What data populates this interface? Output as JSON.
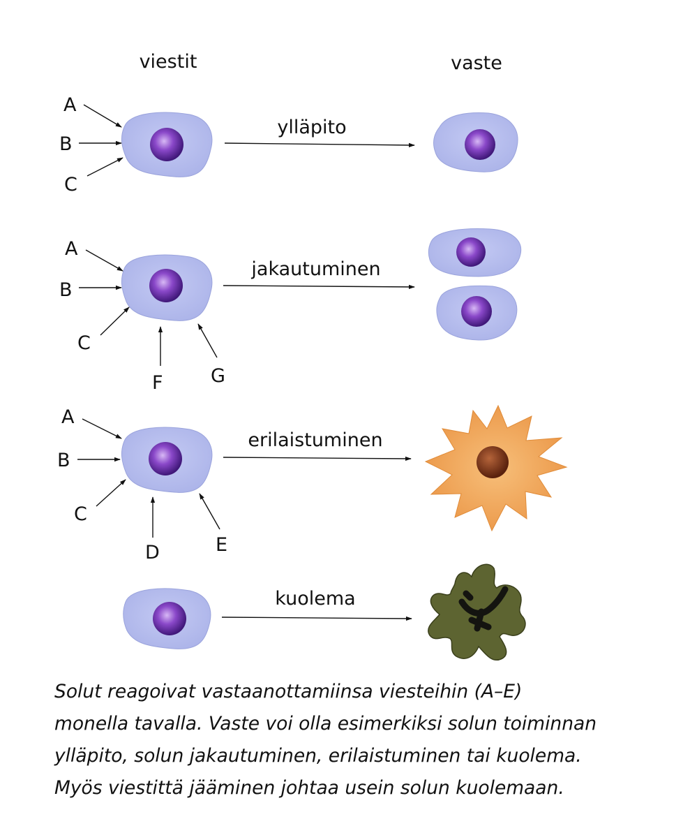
{
  "headers": {
    "signals": "viestit",
    "response": "vaste"
  },
  "rows": [
    {
      "label": "ylläpito",
      "signals": [
        "A",
        "B",
        "C"
      ]
    },
    {
      "label": "jakautuminen",
      "signals": [
        "A",
        "B",
        "C",
        "F",
        "G"
      ]
    },
    {
      "label": "erilaistuminen",
      "signals": [
        "A",
        "B",
        "C",
        "D",
        "E"
      ]
    },
    {
      "label": "kuolema",
      "signals": []
    }
  ],
  "caption": {
    "lines": [
      "Solut reagoivat vastaanottamiinsa viesteihin (A–E)",
      "monella tavalla. Vaste voi olla esimerkiksi solun toiminnan",
      "ylläpito, solun jakautuminen, erilaistuminen tai kuolema.",
      "Myös viestittä jääminen johtaa usein solun kuolemaan."
    ]
  },
  "colors": {
    "cell_body": "#b8bfee",
    "cell_edge": "#9aa3dc",
    "nucleus_dark": "#4a1f86",
    "nucleus_light": "#c9a6ee",
    "differentiated_body": "#f0a556",
    "differentiated_nucleus": "#6a2a12",
    "dead_cell": "#5c6330",
    "dead_nucleus": "#151512"
  }
}
